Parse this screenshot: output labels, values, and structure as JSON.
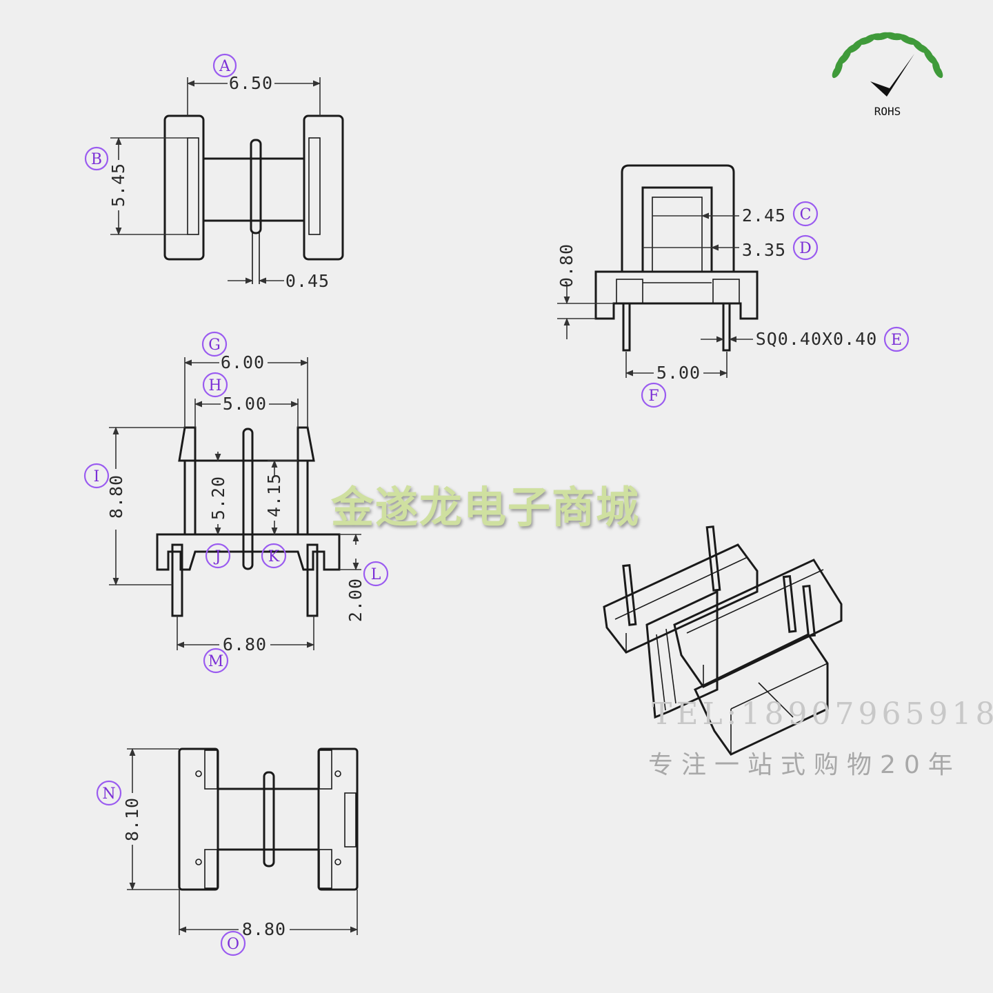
{
  "logo": {
    "text": "ROHS",
    "leaf_color": "#3f9a3a",
    "check_color": "#111111"
  },
  "watermark": {
    "text": "金遂龙电子商城",
    "color": "#cfe0a0"
  },
  "contact": {
    "tel": "TEL:18907965918",
    "slogan": "专注一站式购物20年"
  },
  "marker_color": "#9a5bf0",
  "views": {
    "top": {
      "A": {
        "marker": "A",
        "value": "6.50"
      },
      "B": {
        "marker": "B",
        "value": "5.45"
      },
      "pin": {
        "value": "0.45"
      }
    },
    "side": {
      "C": {
        "marker": "C",
        "value": "2.45"
      },
      "D": {
        "marker": "D",
        "value": "3.35"
      },
      "h": {
        "value": "0.80"
      },
      "E": {
        "marker": "E",
        "value": "SQ0.40X0.40"
      },
      "F": {
        "marker": "F",
        "value": "5.00"
      }
    },
    "front": {
      "G": {
        "marker": "G",
        "value": "6.00"
      },
      "H": {
        "marker": "H",
        "value": "5.00"
      },
      "I": {
        "marker": "I",
        "value": "8.80"
      },
      "J": {
        "marker": "J",
        "value": "5.20"
      },
      "K": {
        "marker": "K",
        "value": "4.15"
      },
      "L": {
        "marker": "L",
        "value": "2.00"
      },
      "M": {
        "marker": "M",
        "value": "6.80"
      }
    },
    "bottom": {
      "N": {
        "marker": "N",
        "value": "8.10"
      },
      "O": {
        "marker": "O",
        "value": "8.80"
      }
    }
  }
}
